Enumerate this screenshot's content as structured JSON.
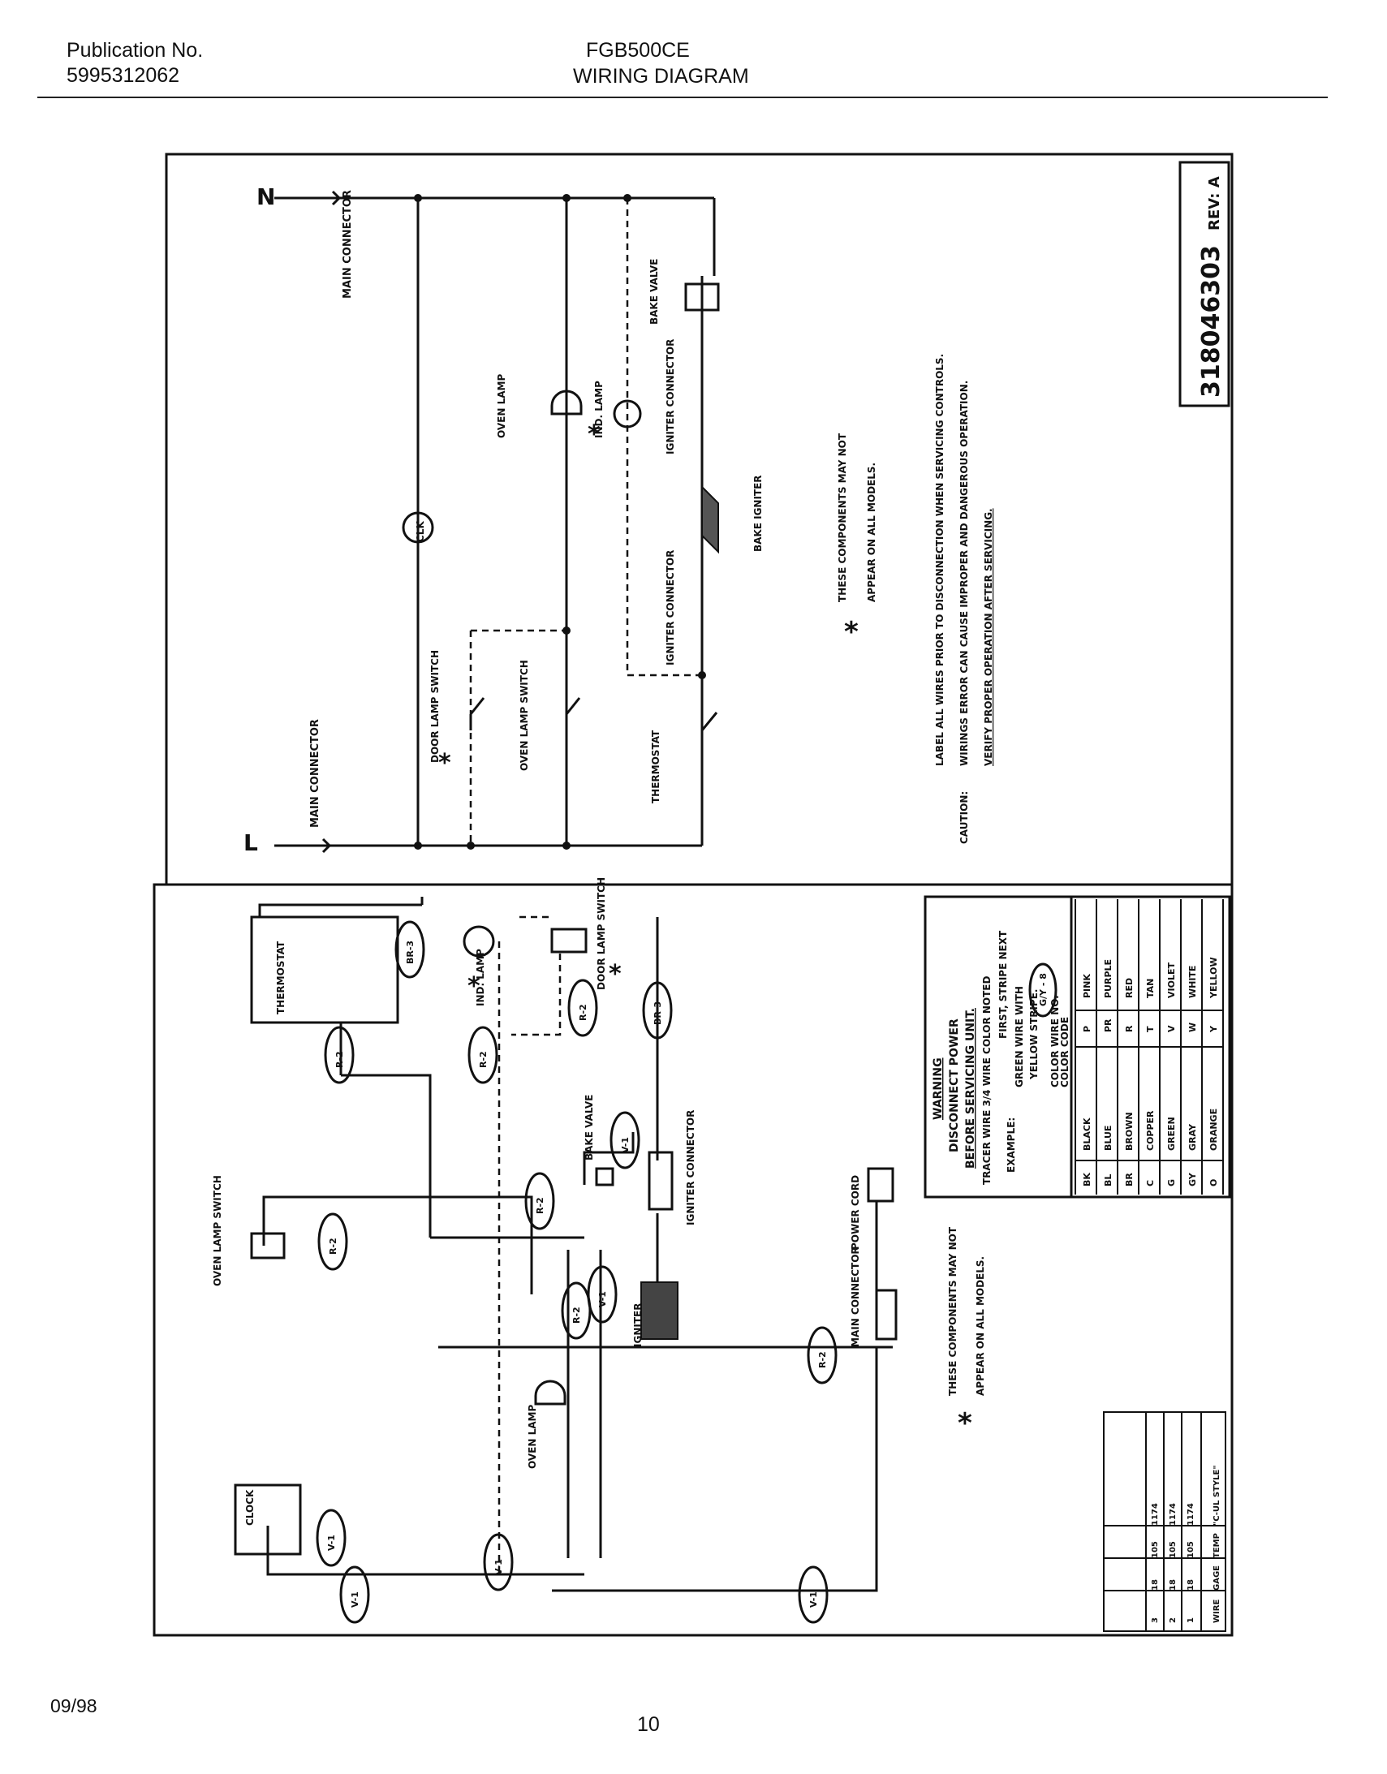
{
  "header": {
    "publication_label": "Publication No.",
    "publication_number": "5995312062",
    "model": "FGB500CE",
    "title": "WIRING DIAGRAM"
  },
  "footer": {
    "date": "09/98",
    "page": "10"
  },
  "schematic": {
    "drawing_number": "318046303",
    "revision": "REV: A",
    "labels": {
      "neutral": "N",
      "line": "L",
      "main_connector_top": "MAIN CONNECTOR",
      "main_connector_bottom": "MAIN CONNECTOR",
      "clock": "CLK",
      "oven_lamp": "OVEN LAMP",
      "ind_lamp": "IND. LAMP",
      "igniter_connector_1": "IGNITER CONNECTOR",
      "igniter_connector_2": "IGNITER CONNECTOR",
      "bake_valve": "BAKE VALVE",
      "bake_igniter": "BAKE IGNITER",
      "door_lamp_switch": "DOOR LAMP SWITCH",
      "oven_lamp_switch": "OVEN LAMP SWITCH",
      "thermostat": "THERMOSTAT"
    },
    "notes": {
      "components_line1": "THESE COMPONENTS MAY NOT",
      "components_line2": "APPEAR ON ALL MODELS.",
      "label_line": "LABEL ALL WIRES PRIOR TO DISCONNECTION WHEN SERVICING CONTROLS.",
      "caution_label": "CAUTION:",
      "caution_line": "WIRINGS ERROR CAN CAUSE IMPROPER AND DANGEROUS OPERATION.",
      "verify_line": "VERIFY PROPER OPERATION AFTER SERVICING."
    }
  },
  "pictorial": {
    "labels": {
      "thermostat": "THERMOSTAT",
      "ind_lamp": "IND. LAMP",
      "door_lamp_switch": "DOOR LAMP SWITCH",
      "oven_lamp_switch": "OVEN LAMP SWITCH",
      "bake_valve": "BAKE VALVE",
      "igniter_connector": "IGNITER CONNECTOR",
      "igniter": "IGNITER",
      "power_cord": "POWER CORD",
      "main_connector": "MAIN CONNECTOR",
      "oven_lamp": "OVEN LAMP",
      "clock": "CLOCK"
    },
    "wire_tags": [
      "BR-3",
      "R-2",
      "R-2",
      "BR-3",
      "R-2",
      "R-2",
      "R-2",
      "V-1",
      "V-1",
      "R-2",
      "R-2",
      "V-1",
      "V-1",
      "V-1",
      "V-1"
    ],
    "notes": {
      "components_line1": "THESE COMPONENTS MAY NOT",
      "components_line2": "APPEAR ON ALL MODELS."
    },
    "warning": {
      "title": "WARNING",
      "line1": "DISCONNECT POWER",
      "line2": "BEFORE SERVICING UNIT.",
      "tracer_line1": "TRACER WIRE 3/4 WIRE COLOR NOTED",
      "tracer_line2": "FIRST, STRIPE NEXT",
      "example_label": "EXAMPLE:",
      "example_line1": "GREEN WIRE WITH",
      "example_line2": "YELLOW STRIPE.",
      "example_tag": "G/Y - 8",
      "color_wire_no": "COLOR WIRE NO.",
      "color_code": "COLOR CODE"
    },
    "color_code_rows": [
      [
        "BK",
        "BLACK",
        "P",
        "PINK"
      ],
      [
        "BL",
        "BLUE",
        "PR",
        "PURPLE"
      ],
      [
        "BR",
        "BROWN",
        "R",
        "RED"
      ],
      [
        "C",
        "COPPER",
        "T",
        "TAN"
      ],
      [
        "G",
        "GREEN",
        "V",
        "VIOLET"
      ],
      [
        "GY",
        "GRAY",
        "W",
        "WHITE"
      ],
      [
        "O",
        "ORANGE",
        "Y",
        "YELLOW"
      ]
    ],
    "wire_table": {
      "headers": [
        "WIRE",
        "GAGE",
        "TEMP",
        "\"C-UL STYLE\""
      ],
      "rows": [
        [
          "1",
          "18",
          "105",
          "1174"
        ],
        [
          "2",
          "18",
          "105",
          "1174"
        ],
        [
          "3",
          "18",
          "105",
          "1174"
        ]
      ]
    }
  }
}
